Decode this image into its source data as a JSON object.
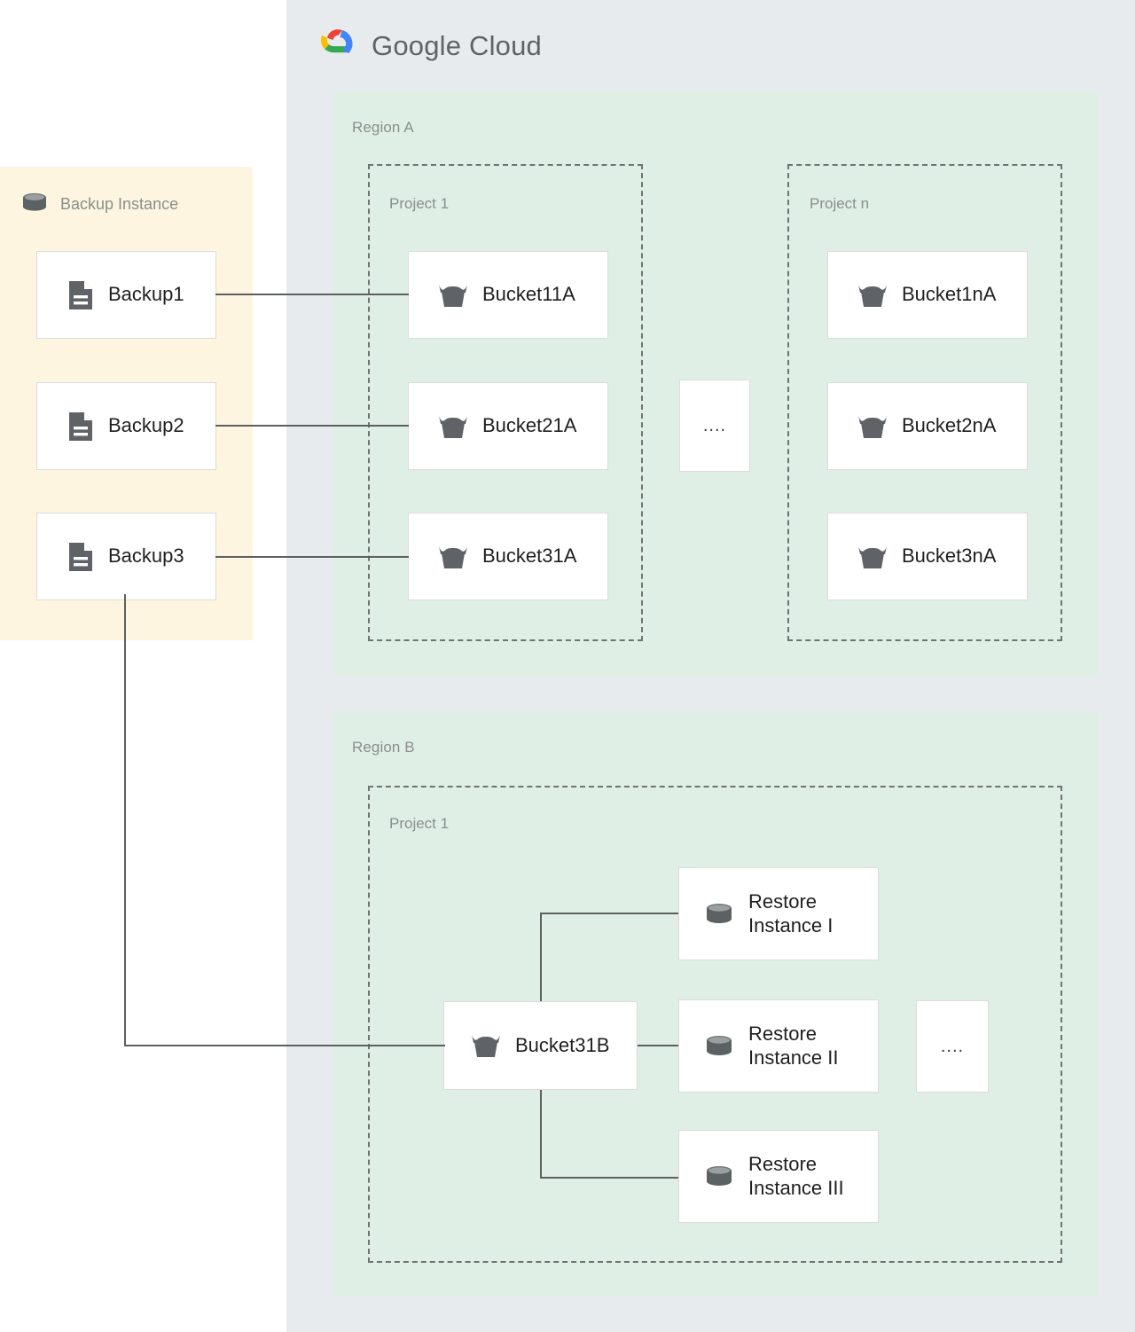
{
  "header": {
    "brand_primary": "Google",
    "brand_secondary": "Cloud",
    "logo_icon": "google-cloud-logo-icon",
    "logo_colors": {
      "red": "#EA4335",
      "yellow": "#FBBC04",
      "green": "#34A853",
      "blue": "#4285F4"
    }
  },
  "colors": {
    "gcp_panel": "#E8EBED",
    "backup_panel": "#FDF5E0",
    "region": "#DFEFE5",
    "node_bg": "#FFFFFF",
    "node_border": "#DCDCDC",
    "dashed_border": "#6F7472",
    "connector": "#5C605E",
    "icon": "#5F6368",
    "label_muted": "#8A8F8C",
    "label_dark": "#1F1F1F"
  },
  "backup_instance": {
    "title": "Backup Instance",
    "icon": "database-cylinder-icon",
    "backups": [
      {
        "label": "Backup1",
        "icon": "document-icon"
      },
      {
        "label": "Backup2",
        "icon": "document-icon"
      },
      {
        "label": "Backup3",
        "icon": "document-icon"
      }
    ]
  },
  "regions": [
    {
      "label": "Region A",
      "projects": [
        {
          "label": "Project 1",
          "buckets": [
            {
              "label": "Bucket11A",
              "icon": "storage-bucket-icon"
            },
            {
              "label": "Bucket21A",
              "icon": "storage-bucket-icon"
            },
            {
              "label": "Bucket31A",
              "icon": "storage-bucket-icon"
            }
          ]
        },
        {
          "label": "Project n",
          "buckets": [
            {
              "label": "Bucket1nA",
              "icon": "storage-bucket-icon"
            },
            {
              "label": "Bucket2nA",
              "icon": "storage-bucket-icon"
            },
            {
              "label": "Bucket3nA",
              "icon": "storage-bucket-icon"
            }
          ]
        }
      ],
      "ellipsis": "...."
    },
    {
      "label": "Region B",
      "projects": [
        {
          "label": "Project 1",
          "buckets": [
            {
              "label": "Bucket31B",
              "icon": "storage-bucket-icon"
            }
          ],
          "restore_instances": [
            {
              "line1": "Restore",
              "line2": "Instance I",
              "icon": "database-cylinder-icon"
            },
            {
              "line1": "Restore",
              "line2": "Instance II",
              "icon": "database-cylinder-icon"
            },
            {
              "line1": "Restore",
              "line2": "Instance III",
              "icon": "database-cylinder-icon"
            }
          ]
        }
      ],
      "ellipsis": "...."
    }
  ],
  "connections": [
    {
      "from": "Backup1",
      "to": "Bucket11A"
    },
    {
      "from": "Backup2",
      "to": "Bucket21A"
    },
    {
      "from": "Backup3",
      "to": "Bucket31A"
    },
    {
      "from": "Backup3",
      "to": "Bucket31B"
    },
    {
      "from": "Bucket31B",
      "to": "Restore Instance I"
    },
    {
      "from": "Bucket31B",
      "to": "Restore Instance II"
    },
    {
      "from": "Bucket31B",
      "to": "Restore Instance III"
    }
  ]
}
